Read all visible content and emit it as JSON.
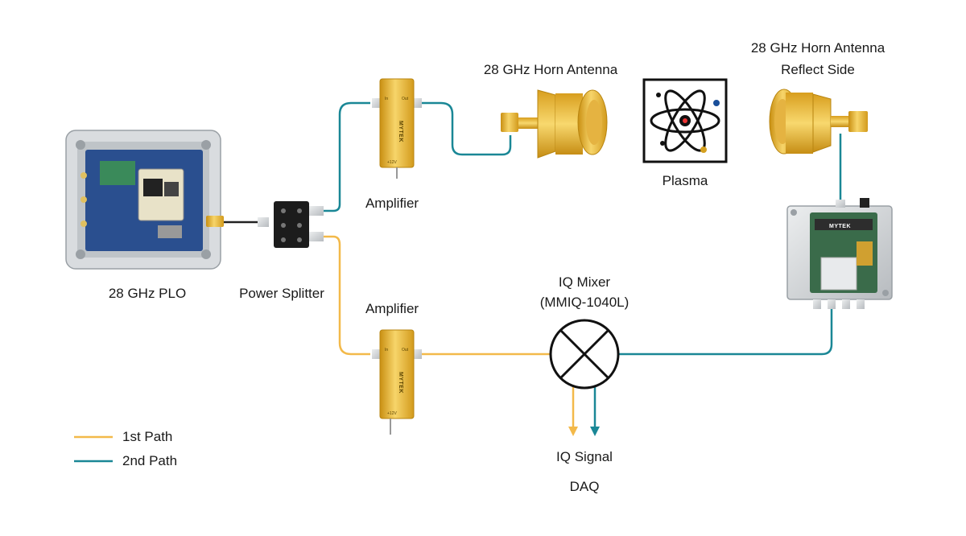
{
  "labels": {
    "plo": "28 GHz PLO",
    "splitter": "Power Splitter",
    "amp_top": "Amplifier",
    "amp_bottom": "Amplifier",
    "horn_tx": "28 GHz Horn Antenna",
    "horn_rx_line1": "28 GHz Horn Antenna",
    "horn_rx_line2": "Reflect Side",
    "plasma": "Plasma",
    "mixer_line1": "IQ Mixer",
    "mixer_line2": "(MMIQ-1040L)",
    "iq_signal": "IQ Signal",
    "daq": "DAQ"
  },
  "device": {
    "brand": "MYTEK",
    "port_in": "In",
    "port_out": "Out",
    "supply": "+12V"
  },
  "legend": [
    {
      "label": "1st Path",
      "color": "#f3b94a"
    },
    {
      "label": "2nd Path",
      "color": "#1a8796"
    }
  ],
  "colors": {
    "path1": "#f3b94a",
    "path2": "#1a8796",
    "gold": "#f0c040",
    "pcb": "#2a4f8f"
  }
}
